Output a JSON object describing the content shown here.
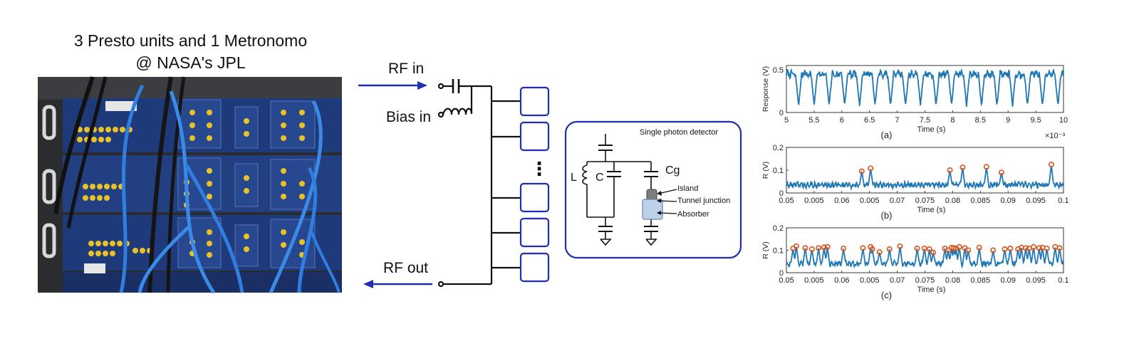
{
  "photo": {
    "title_line1": "3 Presto units and 1 Metronomo",
    "title_line2": "@ NASA's JPL"
  },
  "circuit": {
    "rf_in": "RF in",
    "bias_in": "Bias in",
    "rf_out": "RF out",
    "ellipsis": "⋮",
    "detector_title": "Single photon detector",
    "label_L": "L",
    "label_C": "C",
    "label_Cg": "Cg",
    "label_island": "Island",
    "label_tunnel": "Tunnel junction",
    "label_absorber": "Absorber"
  },
  "colors": {
    "accent_blue": "#1f2fb0",
    "trace_blue": "#1f77b4",
    "marker_orange": "#d95319"
  },
  "chart_data": [
    {
      "type": "line",
      "ylabel": "Response (V)",
      "xlabel": "Time (s)",
      "panel_label": "(a)",
      "x_exponent": "×10⁻³",
      "xlim": [
        5,
        10
      ],
      "ylim": [
        0,
        0.55
      ],
      "xticks": [
        5,
        5.5,
        6,
        6.5,
        7,
        7.5,
        8,
        8.5,
        9,
        9.5,
        10
      ],
      "xtick_labels": [
        "5",
        "5.5",
        "6",
        "6.5",
        "7",
        "7.5",
        "8",
        "8.5",
        "9",
        "9.5",
        "10"
      ],
      "yticks": [
        0,
        0.5
      ],
      "ytick_labels": [
        "0",
        "0.5"
      ],
      "dips_x": [
        5.22,
        5.5,
        5.77,
        6.05,
        6.32,
        6.6,
        6.88,
        7.15,
        7.42,
        7.7,
        7.98,
        8.25,
        8.52,
        8.8,
        9.08,
        9.35,
        9.62,
        9.9
      ],
      "baseline": 0.45,
      "dip_level": 0.08
    },
    {
      "type": "scatter",
      "ylabel": "R (V)",
      "xlabel": "Time (s)",
      "panel_label": "(b)",
      "xlim": [
        0.05,
        0.1
      ],
      "ylim": [
        0,
        0.2
      ],
      "xticks": [
        0.05,
        0.055,
        0.06,
        0.065,
        0.07,
        0.075,
        0.08,
        0.085,
        0.09,
        0.095,
        0.1
      ],
      "xtick_labels": [
        "0.05",
        "0.005",
        "0.06",
        "0.005",
        "0.07",
        "0.075",
        "0.08",
        "0.085",
        "0.09",
        "0.095",
        "0.1"
      ],
      "yticks": [
        0,
        0.1,
        0.2
      ],
      "ytick_labels": [
        "0",
        "0.1",
        "0.2"
      ],
      "peaks_x": [
        0.0636,
        0.0652,
        0.0795,
        0.0818,
        0.0861,
        0.0888,
        0.0978
      ],
      "peaks_y": [
        0.095,
        0.108,
        0.1,
        0.112,
        0.115,
        0.09,
        0.125
      ],
      "baseline": 0.035
    },
    {
      "type": "scatter",
      "ylabel": "R (V)",
      "xlabel": "Time (s)",
      "panel_label": "(c)",
      "xlim": [
        0.05,
        0.1
      ],
      "ylim": [
        0,
        0.2
      ],
      "xticks": [
        0.05,
        0.055,
        0.06,
        0.065,
        0.07,
        0.075,
        0.08,
        0.085,
        0.09,
        0.095,
        0.1
      ],
      "xtick_labels": [
        "0.05",
        "0.005",
        "0.06",
        "0.005",
        "0.07",
        "0.075",
        "0.08",
        "0.085",
        "0.09",
        "0.095",
        "0.1"
      ],
      "yticks": [
        0,
        0.1,
        0.2
      ],
      "ytick_labels": [
        "0",
        "0.1",
        "0.2"
      ],
      "peaks_x": [
        0.0512,
        0.0518,
        0.0534,
        0.0546,
        0.0558,
        0.0568,
        0.0574,
        0.0603,
        0.0638,
        0.0652,
        0.0655,
        0.0668,
        0.0686,
        0.0705,
        0.0736,
        0.0749,
        0.0758,
        0.0765,
        0.0786,
        0.0792,
        0.0798,
        0.0802,
        0.0806,
        0.0812,
        0.0822,
        0.0828,
        0.0848,
        0.0873,
        0.0894,
        0.0904,
        0.0918,
        0.0924,
        0.0932,
        0.0938,
        0.0946,
        0.0956,
        0.0962,
        0.097,
        0.0985,
        0.0993
      ],
      "peaks_y": [
        0.108,
        0.118,
        0.11,
        0.105,
        0.11,
        0.113,
        0.115,
        0.108,
        0.11,
        0.115,
        0.105,
        0.092,
        0.105,
        0.118,
        0.108,
        0.108,
        0.105,
        0.09,
        0.108,
        0.1,
        0.112,
        0.11,
        0.108,
        0.115,
        0.11,
        0.1,
        0.112,
        0.1,
        0.105,
        0.108,
        0.105,
        0.112,
        0.11,
        0.108,
        0.115,
        0.11,
        0.112,
        0.108,
        0.115,
        0.11
      ],
      "baseline": 0.04
    }
  ]
}
